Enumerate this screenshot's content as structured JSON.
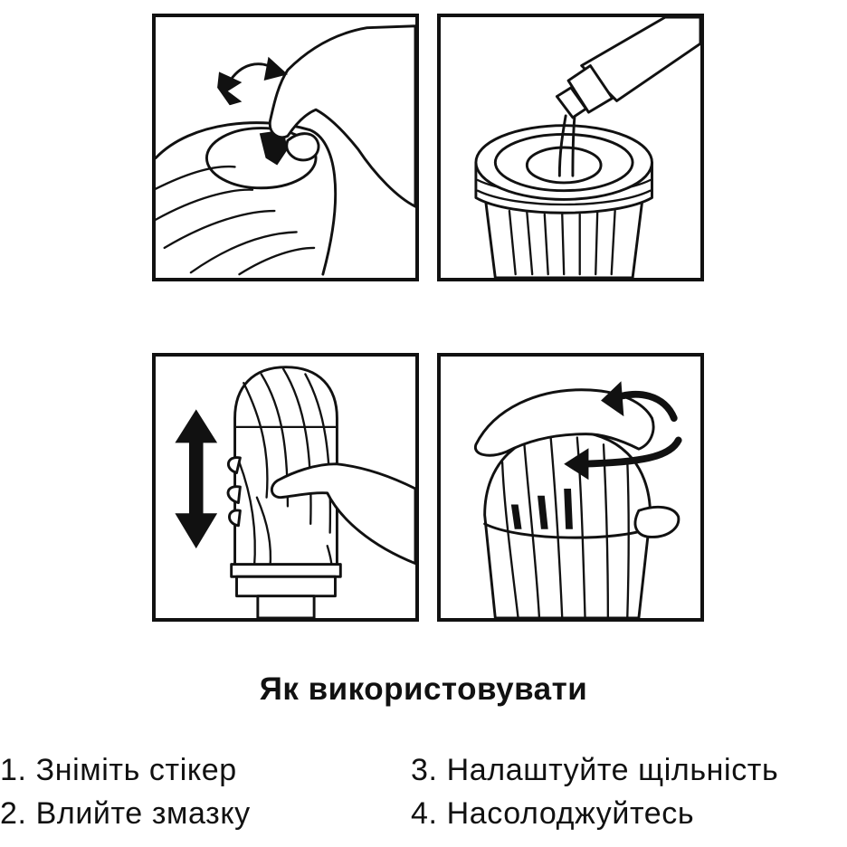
{
  "heading": "Як використовувати",
  "steps": [
    "1. Зніміть стікер",
    "2. Влийте змазку",
    "3. Налаштуйте щільність",
    "4. Насолоджуйтесь"
  ],
  "illustrations": [
    {
      "icon": "peel-sticker-icon"
    },
    {
      "icon": "pour-lube-icon"
    },
    {
      "icon": "adjust-tightness-icon"
    },
    {
      "icon": "enjoy-stroke-icon"
    }
  ]
}
